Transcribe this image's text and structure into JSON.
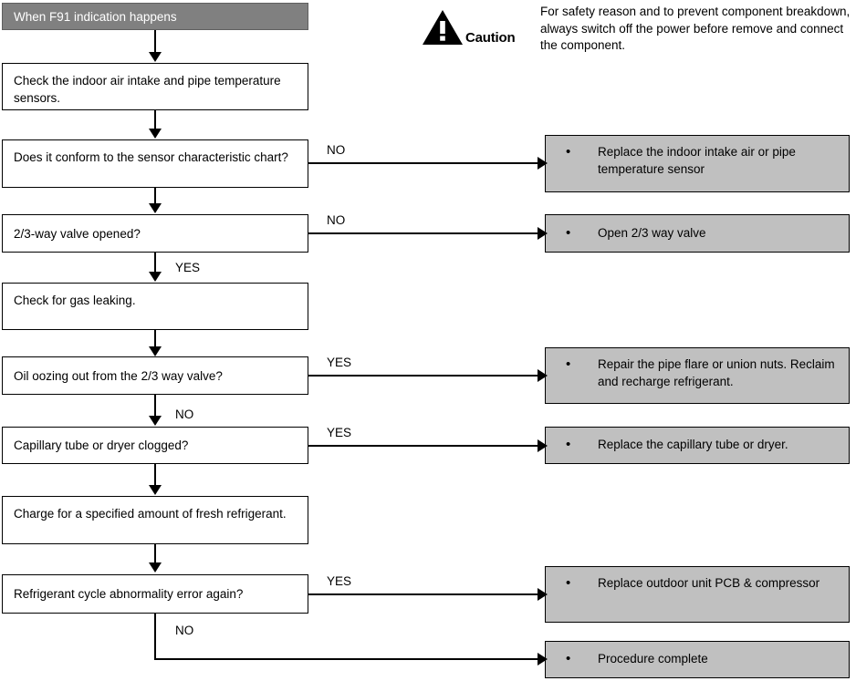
{
  "caution": {
    "icon": "warning-triangle-icon",
    "word": "Caution",
    "text": "For safety reason and to prevent component breakdown, always switch off the power before remove and connect the component."
  },
  "colors": {
    "header_fill": "#808080",
    "action_fill": "#c0c0c0",
    "process_fill": "#ffffff",
    "line": "#000000",
    "header_text": "#ffffff",
    "body_text": "#000000"
  },
  "flow": {
    "header": {
      "label": "When F91 indication happens"
    },
    "process_nodes": [
      {
        "id": "check-sensors",
        "label": "Check the indoor air intake and pipe temperature sensors."
      },
      {
        "id": "conform-chart",
        "label": "Does it conform to the sensor characteristic chart?"
      },
      {
        "id": "valve-opened",
        "label": "2/3-way valve opened?"
      },
      {
        "id": "check-gas-leak",
        "label": "Check for gas leaking."
      },
      {
        "id": "oil-oozing",
        "label": "Oil oozing out from the 2/3 way valve?"
      },
      {
        "id": "capillary-clogged",
        "label": "Capillary tube or dryer clogged?"
      },
      {
        "id": "charge-refrigerant",
        "label": "Charge for a specified amount of fresh refrigerant."
      },
      {
        "id": "cycle-abnormality",
        "label": "Refrigerant cycle abnormality error again?"
      }
    ],
    "action_nodes": [
      {
        "id": "replace-sensor",
        "bullet": "•",
        "label": "Replace the indoor intake air or pipe temperature sensor"
      },
      {
        "id": "open-valve",
        "bullet": "•",
        "label": "Open 2/3 way valve"
      },
      {
        "id": "repair-flare",
        "bullet": "•",
        "label": "Repair the pipe flare or union nuts. Reclaim and recharge refrigerant."
      },
      {
        "id": "replace-capillary",
        "bullet": "•",
        "label": "Replace the capillary tube or dryer."
      },
      {
        "id": "replace-pcb",
        "bullet": "•",
        "label": "Replace outdoor unit PCB & compressor"
      },
      {
        "id": "procedure-complete",
        "bullet": "•",
        "label": "Procedure complete"
      }
    ],
    "edge_labels": {
      "conform_no": "NO",
      "valve_no": "NO",
      "valve_yes": "YES",
      "oil_yes": "YES",
      "oil_no": "NO",
      "capillary_yes": "YES",
      "cycle_yes": "YES",
      "cycle_no": "NO"
    }
  }
}
